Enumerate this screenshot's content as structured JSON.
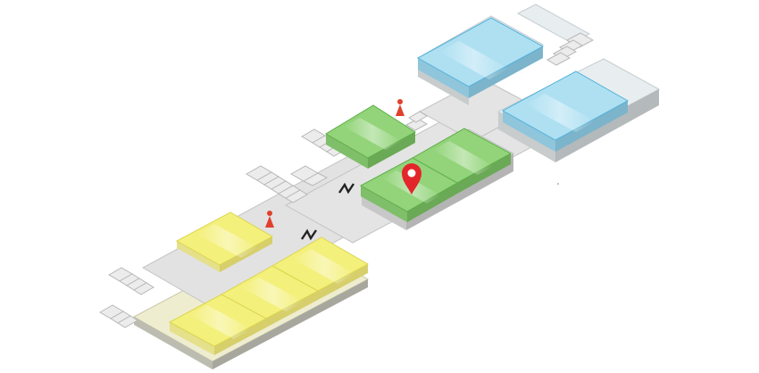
{
  "map": {
    "zones": [
      {
        "name": "yellow-hall",
        "color": "#f3f07a",
        "edge": "#d9d34a",
        "side": "#d8d6c8"
      },
      {
        "name": "green-hall",
        "color": "#8fd376",
        "edge": "#5fae4a",
        "side": "#c9cfc4"
      },
      {
        "name": "blue-hall",
        "color": "#a9dcef",
        "edge": "#56b2d9",
        "side": "#c5cbcf"
      }
    ],
    "corridor_color": "#e2e2e2",
    "base_side_color": "#bcbcbc",
    "marker": {
      "icon": "location-pin-icon",
      "color": "#e3262b"
    },
    "entrance_icon": "person-marker-icon",
    "entrance_color": "#e0402d",
    "link_icon": "z-link-icon"
  }
}
